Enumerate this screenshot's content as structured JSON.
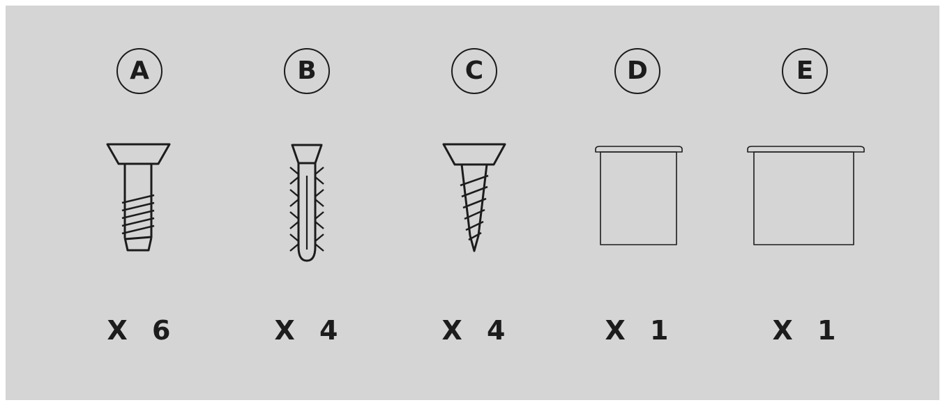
{
  "parts": [
    {
      "label": "A",
      "quantity": "X 6",
      "icon": "countersunk-machine-screw-icon"
    },
    {
      "label": "B",
      "quantity": "X 4",
      "icon": "wall-plug-anchor-icon"
    },
    {
      "label": "C",
      "quantity": "X 4",
      "icon": "countersunk-wood-screw-icon"
    },
    {
      "label": "D",
      "quantity": "X 1",
      "icon": "narrow-end-cap-icon"
    },
    {
      "label": "E",
      "quantity": "X 1",
      "icon": "wide-end-cap-icon"
    }
  ],
  "colors": {
    "background": "#d5d5d5",
    "ink": "#1c1c1c"
  }
}
